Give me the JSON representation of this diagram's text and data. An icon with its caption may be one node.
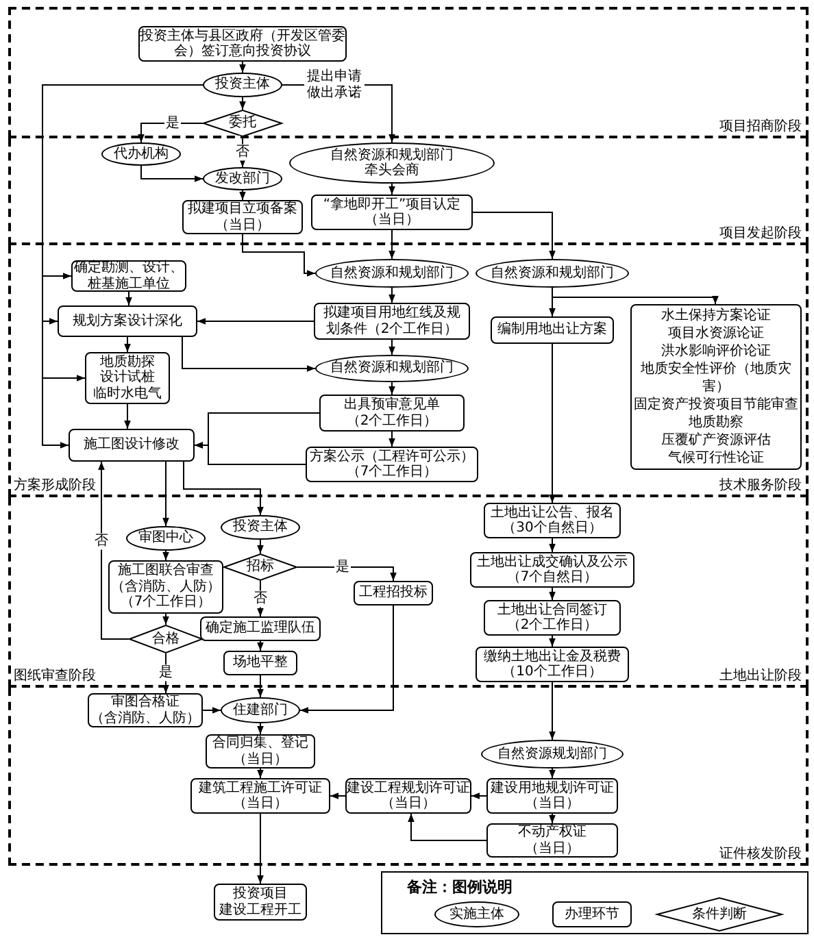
{
  "diagram": {
    "nodes": [
      {
        "text": [
          "项目招商阶段"
        ]
      },
      {
        "text": [
          "投资主体与县区政府（开发区管委会）签订意向投资协议"
        ],
        "in": 0
      },
      {
        "text": [
          "投资主体"
        ],
        "in": 0
      },
      {
        "text": [
          "委托"
        ],
        "in": 0
      },
      {
        "text": [
          "项目发起阶段"
        ]
      },
      {
        "text": [
          "代办机构"
        ],
        "in": 4
      },
      {
        "text": [
          "自然资源和规划部门牵头会商"
        ],
        "in": 4
      },
      {
        "text": [
          "发改部门"
        ],
        "in": 4
      },
      {
        "text": [
          "拟建项目立项备案",
          "（当日）"
        ],
        "in": 4
      },
      {
        "text": [
          "“拿地即开工”项目认定",
          "（当日）"
        ],
        "in": 4
      },
      {
        "text": [
          "方案形成阶段",
          "技术服务阶段"
        ]
      },
      {
        "text": [
          "确定勘测、设计、桩基施工单位"
        ],
        "in": 10
      },
      {
        "text": [
          "自然资源和规划部门"
        ],
        "in": 10
      },
      {
        "text": [
          "自然资源和规划部门"
        ],
        "in": 10
      },
      {
        "text": [
          "规划方案设计深化"
        ],
        "in": 10
      },
      {
        "text": [
          "拟建项目用地红线及规划条件（2个工作日）"
        ],
        "in": 10
      },
      {
        "text": [
          "编制用地出让方案"
        ],
        "in": 10
      },
      {
        "text": [
          "水土保持方案论证",
          "项目水资源论证",
          "洪水影响评价论证",
          "地质安全性评价（地质灾害）",
          "固定资产投资项目节能审查",
          "地质勘察",
          "压覆矿产资源评估",
          "气候可行性论证"
        ],
        "in": 10
      },
      {
        "text": [
          "地质勘探",
          "设计试桩",
          "临时水电气"
        ],
        "in": 10
      },
      {
        "text": [
          "自然资源和规划部门"
        ],
        "in": 10
      },
      {
        "text": [
          "出具预审意见单",
          "（2个工作日）"
        ],
        "in": 10
      },
      {
        "text": [
          "施工图设计修改"
        ],
        "in": 10
      },
      {
        "text": [
          "方案公示（工程许可公示）",
          "（7个工作日）"
        ],
        "in": 10
      },
      {
        "text": [
          "图纸审查阶段",
          "土地出让阶段"
        ]
      },
      {
        "text": [
          "投资主体"
        ],
        "in": 23
      },
      {
        "text": [
          "土地出让公告、报名（30个自然日）"
        ],
        "in": 23
      },
      {
        "text": [
          "审图中心"
        ],
        "in": 23
      },
      {
        "text": [
          "招标"
        ],
        "in": 23
      },
      {
        "text": [
          "土地出让成交确认及公示",
          "（7个自然日）"
        ],
        "in": 23
      },
      {
        "text": [
          "施工图联合审查",
          "（含消防、人防）",
          "（7个工作日）"
        ],
        "in": 23
      },
      {
        "text": [
          "工程招投标"
        ],
        "in": 23
      },
      {
        "text": [
          "土地出让合同签订",
          "（2个工作日）"
        ],
        "in": 23
      },
      {
        "text": [
          "确定施工监理队伍"
        ],
        "in": 23
      },
      {
        "text": [
          "合格"
        ],
        "in": 23
      },
      {
        "text": [
          "场地平整"
        ],
        "in": 23
      },
      {
        "text": [
          "缴纳土地出让金及税费",
          "（10个工作日）"
        ],
        "in": 23
      },
      {
        "text": [
          "证件核发阶段"
        ]
      },
      {
        "text": [
          "审图合格证",
          "（含消防、人防）"
        ],
        "in": 36
      },
      {
        "text": [
          "住建部门"
        ],
        "in": 36
      },
      {
        "text": [
          "合同归集、登记",
          "（当日）"
        ],
        "in": 36
      },
      {
        "text": [
          "自然资源规划部门"
        ],
        "in": 36
      },
      {
        "text": [
          "建筑工程施工许可证",
          "（当日）"
        ],
        "in": 36
      },
      {
        "text": [
          "建设工程规划许可证",
          "（当日）"
        ],
        "in": 36
      },
      {
        "text": [
          "建设用地规划许可证",
          "（当日）"
        ],
        "in": 36
      },
      {
        "text": [
          "不动产权证",
          "（当日）"
        ],
        "in": 36
      },
      {
        "text": [
          "投资项目",
          "建设工程开工"
        ]
      }
    ],
    "edges": [
      {
        "from": 1,
        "to": 2,
        "arrow": "to"
      },
      {
        "from": 2,
        "to": 3,
        "arrow": "to"
      },
      {
        "from": 3,
        "to": 5,
        "arrow": "to",
        "label": "是"
      },
      {
        "from": 3,
        "to": 7,
        "arrow": "to",
        "label": "否"
      },
      {
        "from": 5,
        "to": 7,
        "arrow": "to"
      },
      {
        "from": 2,
        "to": 6,
        "arrow": "to",
        "label": "提出申请做出承诺"
      },
      {
        "from": 2,
        "to": 11,
        "arrow": "to"
      },
      {
        "from": 2,
        "to": 14,
        "arrow": "to"
      },
      {
        "from": 2,
        "to": 18,
        "arrow": "to"
      },
      {
        "from": 2,
        "to": 21,
        "arrow": "to"
      },
      {
        "from": 7,
        "to": 8,
        "arrow": "to"
      },
      {
        "from": 6,
        "to": 9,
        "arrow": "to"
      },
      {
        "from": 8,
        "to": 12,
        "arrow": "to"
      },
      {
        "from": 9,
        "to": 12,
        "arrow": "to"
      },
      {
        "from": 9,
        "to": 13,
        "arrow": "to"
      },
      {
        "from": 12,
        "to": 15,
        "arrow": "to"
      },
      {
        "from": 15,
        "to": 14,
        "arrow": "to"
      },
      {
        "from": 11,
        "to": 14,
        "arrow": "to"
      },
      {
        "from": 14,
        "to": 18,
        "arrow": "to"
      },
      {
        "from": 18,
        "to": 21,
        "arrow": "to"
      },
      {
        "from": 14,
        "to": 19,
        "arrow": "to"
      },
      {
        "from": 15,
        "to": 19,
        "arrow": "to"
      },
      {
        "from": 19,
        "to": 20,
        "arrow": "to"
      },
      {
        "from": 20,
        "to": 22,
        "arrow": "to"
      },
      {
        "from": 20,
        "to": 21,
        "arrow": "to"
      },
      {
        "from": 22,
        "to": 21,
        "arrow": "to"
      },
      {
        "from": 13,
        "to": 16,
        "arrow": "to"
      },
      {
        "from": 13,
        "to": 17,
        "arrow": "to"
      },
      {
        "from": 16,
        "to": 25,
        "arrow": "to"
      },
      {
        "from": 21,
        "to": 26,
        "arrow": "to"
      },
      {
        "from": 21,
        "to": 24,
        "arrow": "to"
      },
      {
        "from": 33,
        "to": 21,
        "arrow": "to",
        "label": "否"
      },
      {
        "from": 26,
        "to": 29,
        "arrow": "to"
      },
      {
        "from": 29,
        "to": 33,
        "arrow": "to"
      },
      {
        "from": 33,
        "to": 37,
        "arrow": "to",
        "label": "是"
      },
      {
        "from": 24,
        "to": 27,
        "arrow": "to"
      },
      {
        "from": 27,
        "to": 32,
        "arrow": "to",
        "label": "否"
      },
      {
        "from": 27,
        "to": 30,
        "arrow": "to",
        "label": "是"
      },
      {
        "from": 32,
        "to": 34,
        "arrow": "to"
      },
      {
        "from": 34,
        "to": 38,
        "arrow": "to"
      },
      {
        "from": 37,
        "to": 38,
        "arrow": "to"
      },
      {
        "from": 30,
        "to": 38,
        "arrow": "to"
      },
      {
        "from": 25,
        "to": 28,
        "arrow": "to"
      },
      {
        "from": 28,
        "to": 31,
        "arrow": "to"
      },
      {
        "from": 31,
        "to": 35,
        "arrow": "to"
      },
      {
        "from": 35,
        "to": 40,
        "arrow": "to"
      },
      {
        "from": 38,
        "to": 39,
        "arrow": "to"
      },
      {
        "from": 39,
        "to": 41,
        "arrow": "to"
      },
      {
        "from": 40,
        "to": 43,
        "arrow": "to"
      },
      {
        "from": 43,
        "to": 42,
        "arrow": "to"
      },
      {
        "from": 42,
        "to": 41,
        "arrow": "to"
      },
      {
        "from": 43,
        "to": 44,
        "arrow": "to"
      },
      {
        "from": 44,
        "to": 42,
        "arrow": "to"
      },
      {
        "from": 41,
        "to": 45,
        "arrow": "to"
      }
    ],
    "labels": [
      "备注：图例说明"
    ],
    "legend": [
      {
        "text": "实施主体"
      },
      {
        "text": "办理环节"
      },
      {
        "text": "条件判断"
      }
    ]
  }
}
